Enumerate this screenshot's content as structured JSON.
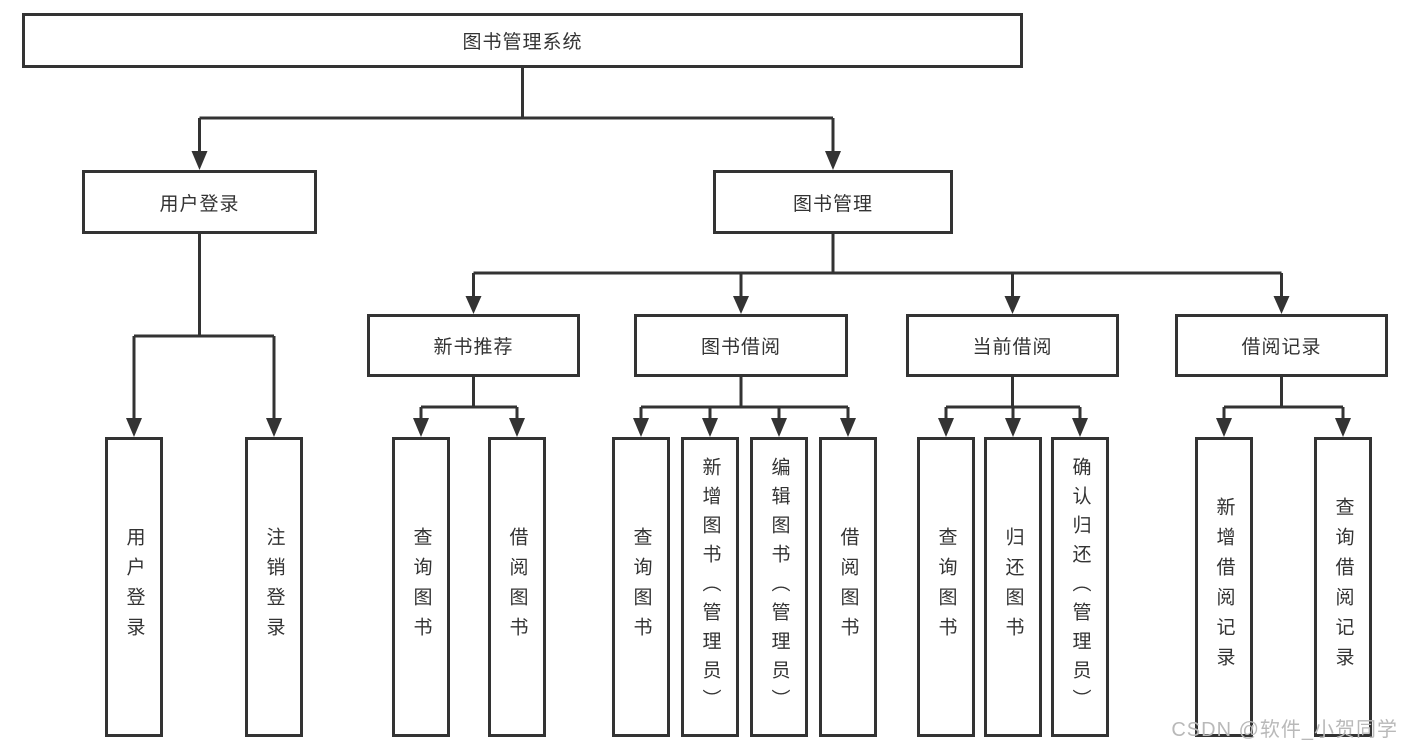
{
  "diagram": {
    "root": {
      "label": "图书管理系统"
    },
    "level2": {
      "user": {
        "label": "用户登录"
      },
      "book": {
        "label": "图书管理"
      }
    },
    "level3": {
      "recommend": {
        "label": "新书推荐"
      },
      "borrow": {
        "label": "图书借阅"
      },
      "current": {
        "label": "当前借阅"
      },
      "record": {
        "label": "借阅记录"
      }
    },
    "leaves": {
      "user": [
        "用户登录",
        "注销登录"
      ],
      "recommend": [
        "查询图书",
        "借阅图书"
      ],
      "borrow": [
        "查询图书",
        "新增图书（管理员）",
        "编辑图书（管理员）",
        "借阅图书"
      ],
      "current": [
        "查询图书",
        "归还图书",
        "确认归还（管理员）"
      ],
      "record": [
        "新增借阅记录",
        "查询借阅记录"
      ]
    }
  },
  "colors": {
    "line": "#333333",
    "text": "#333333",
    "box_background": "#ffffff",
    "watermark": "#b9b9b9"
  },
  "watermark": "CSDN @软件_小贺同学"
}
